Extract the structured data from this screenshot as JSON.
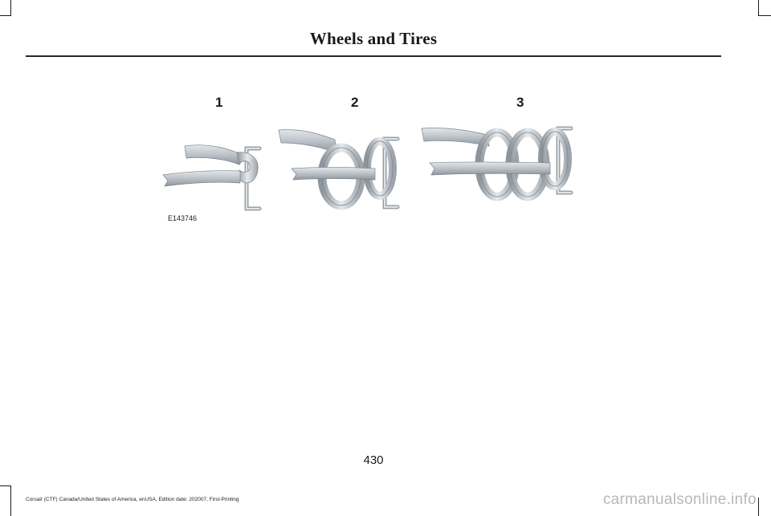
{
  "header": {
    "title": "Wheels and Tires"
  },
  "figure": {
    "step_labels": [
      "1",
      "2",
      "3"
    ],
    "figure_id": "E143746"
  },
  "page": {
    "number": "430"
  },
  "footer": {
    "edition_text": "Corsair (CTF) Canada/United States of America, enUSA, Edition date: 202007, First-Printing",
    "watermark": "carmanualsonline.info"
  },
  "colors": {
    "ink": "#1a1a1a",
    "strap_fill": "#bcc2c8",
    "strap_shade": "#8e959c",
    "hook_stroke": "#9aa0a6",
    "watermark": "#b8b8b8"
  }
}
